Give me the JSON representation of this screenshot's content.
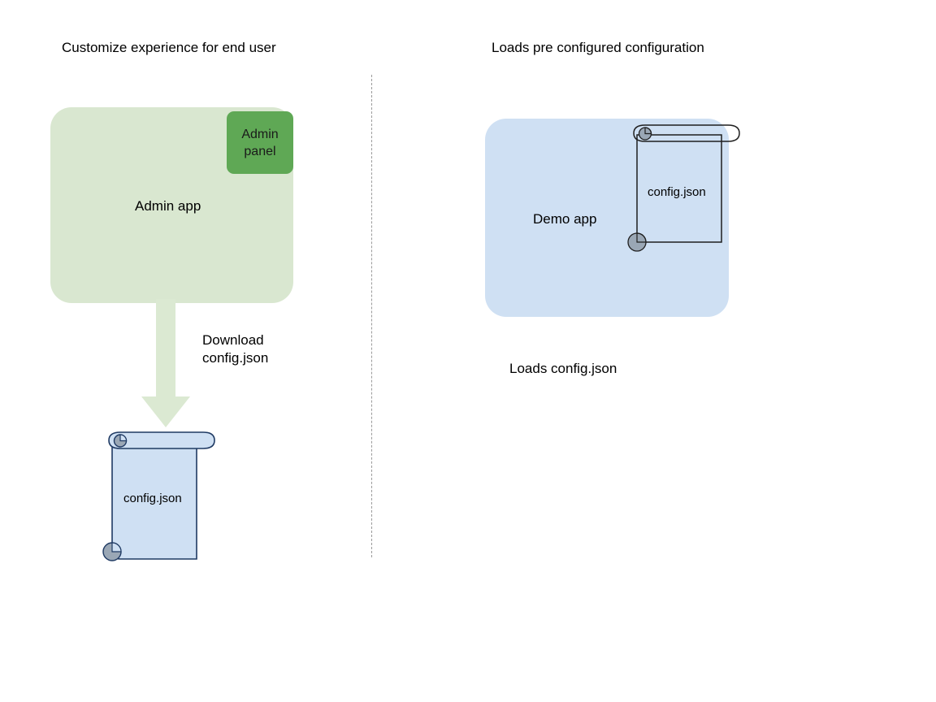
{
  "diagram": {
    "background_color": "#ffffff",
    "sections": {
      "left": {
        "title": "Customize experience for end user",
        "app": {
          "label": "Admin app",
          "fill": "#d9e7d0"
        },
        "panel": {
          "label": "Admin panel",
          "label_line1": "Admin",
          "label_line2": "panel",
          "fill": "#5fa855"
        },
        "arrow": {
          "label_line1": "Download",
          "label_line2": "config.json",
          "fill": "#dbe9d2",
          "direction": "down"
        },
        "document": {
          "label": "config.json",
          "fill": "#cfe0f3",
          "stroke": "#1f3a63",
          "curl_fill": "#9aa7b5"
        }
      },
      "right": {
        "title": "Loads pre configured configuration",
        "app": {
          "label": "Demo app",
          "fill": "#cfe0f3"
        },
        "document": {
          "label": "config.json",
          "fill": "none",
          "stroke": "#1f1f1f",
          "curl_fill": "#9aa7b5"
        },
        "caption": "Loads config.json"
      }
    },
    "divider": {
      "style": "dotted",
      "color": "#9a9a9a"
    }
  }
}
